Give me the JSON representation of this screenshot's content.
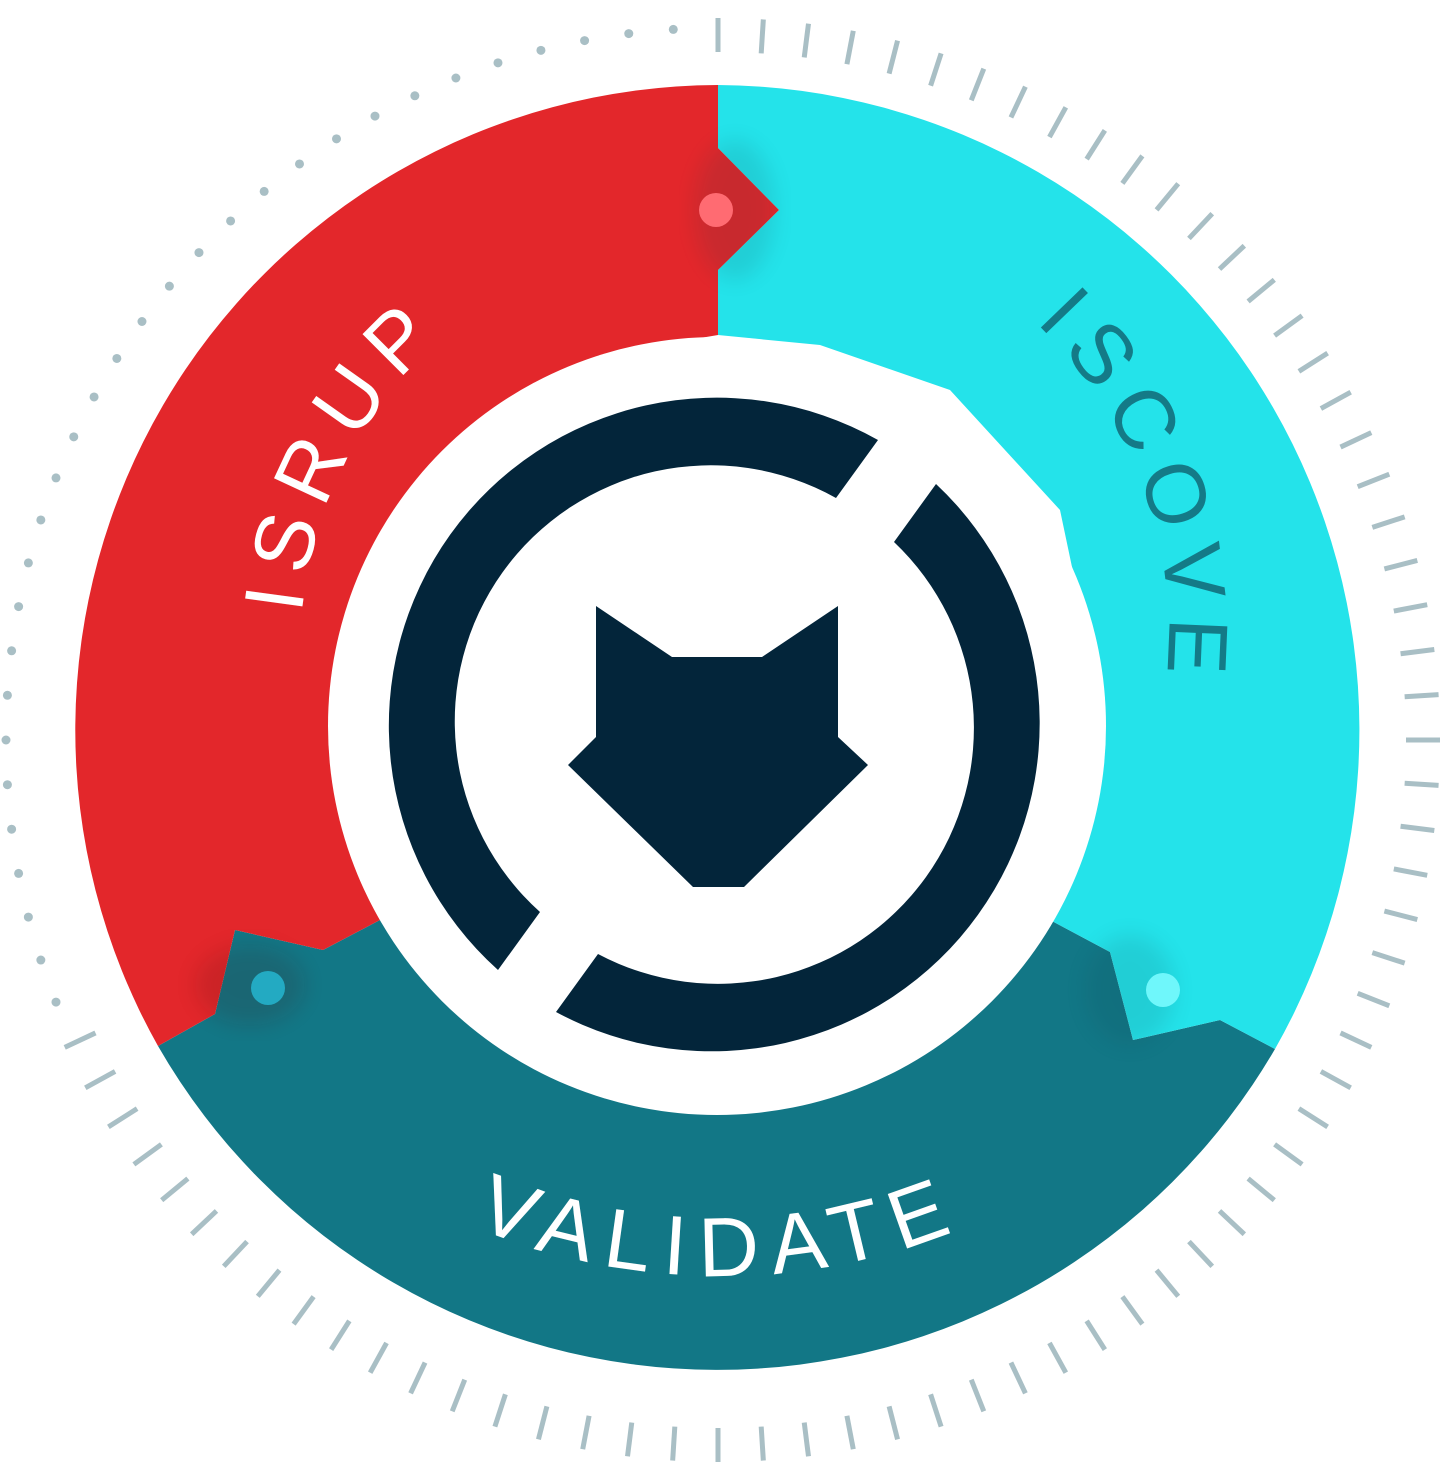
{
  "diagram": {
    "segments": [
      {
        "key": "disrupt",
        "label": "DISRUPT",
        "color": "#e3272b",
        "text_color": "#ffffff",
        "dot_color": "#ff6b72"
      },
      {
        "key": "discover",
        "label": "DISCOVER",
        "color": "#24e3ea",
        "text_color": "#147a87",
        "dot_color": "#6ff7fb"
      },
      {
        "key": "validate",
        "label": "VALIDATE",
        "color": "#127786",
        "text_color": "#ffffff",
        "dot_color": "#23aac2"
      }
    ],
    "center_logo": {
      "icon": "fox-head-icon",
      "color": "#03253a"
    },
    "outer_ring": {
      "style": "dotted-and-tick-marks",
      "color": "#a9bfc5"
    }
  }
}
